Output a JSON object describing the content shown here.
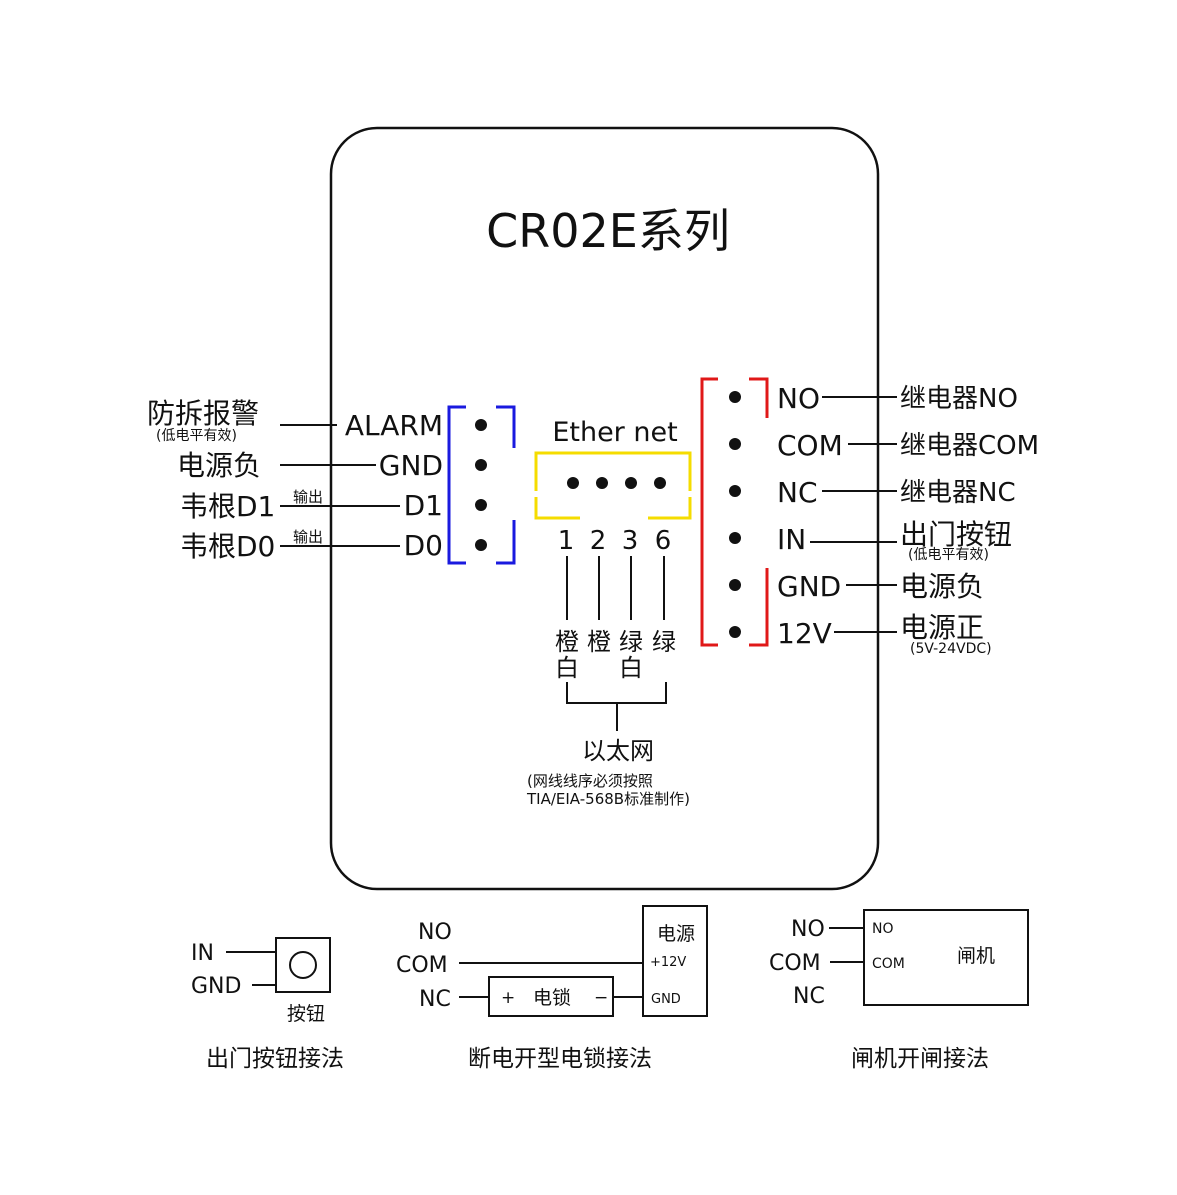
{
  "title": "CR02E系列",
  "left_labels": {
    "alarm_cn": "防拆报警",
    "alarm_note": "(低电平有效)",
    "gnd_cn": "电源负",
    "d1_cn": "韦根D1",
    "d0_cn": "韦根D0",
    "output_1": "输出",
    "output_2": "输出"
  },
  "left_terminal": {
    "pins": [
      "ALARM",
      "GND",
      "D1",
      "D0"
    ],
    "color": "#1a1adf"
  },
  "ethernet": {
    "label": "Ether net",
    "pin_numbers": [
      "1",
      "2",
      "3",
      "6"
    ],
    "wire_colors": [
      {
        "top": "橙",
        "bottom": "白"
      },
      {
        "top": "橙",
        "bottom": ""
      },
      {
        "top": "绿",
        "bottom": "白"
      },
      {
        "top": "绿",
        "bottom": ""
      }
    ],
    "group_label": "以太网",
    "note_line1": "(网线线序必须按照",
    "note_line2": "TIA/EIA-568B标准制作)",
    "color": "#f5dc00"
  },
  "right_terminal": {
    "pins": [
      "NO",
      "COM",
      "NC",
      "IN",
      "GND",
      "12V"
    ],
    "color": "#e01818"
  },
  "right_labels": {
    "no_cn": "继电器NO",
    "com_cn": "继电器COM",
    "nc_cn": "继电器NC",
    "in_cn": "出门按钮",
    "in_note": "(低电平有效)",
    "gnd_cn": "电源负",
    "v12_cn": "电源正",
    "v12_note": "(5V-24VDC)"
  },
  "diagram_button": {
    "in": "IN",
    "gnd": "GND",
    "button": "按钮",
    "caption": "出门按钮接法"
  },
  "diagram_lock": {
    "no": "NO",
    "com": "COM",
    "nc": "NC",
    "psu": "电源",
    "plus12": "+12V",
    "gnd": "GND",
    "plus": "+",
    "lock": "电锁",
    "minus": "−",
    "caption": "断电开型电锁接法"
  },
  "diagram_gate": {
    "no_out": "NO",
    "com_out": "COM",
    "nc_out": "NC",
    "no_in": "NO",
    "com_in": "COM",
    "gate": "闸机",
    "caption": "闸机开闸接法"
  }
}
